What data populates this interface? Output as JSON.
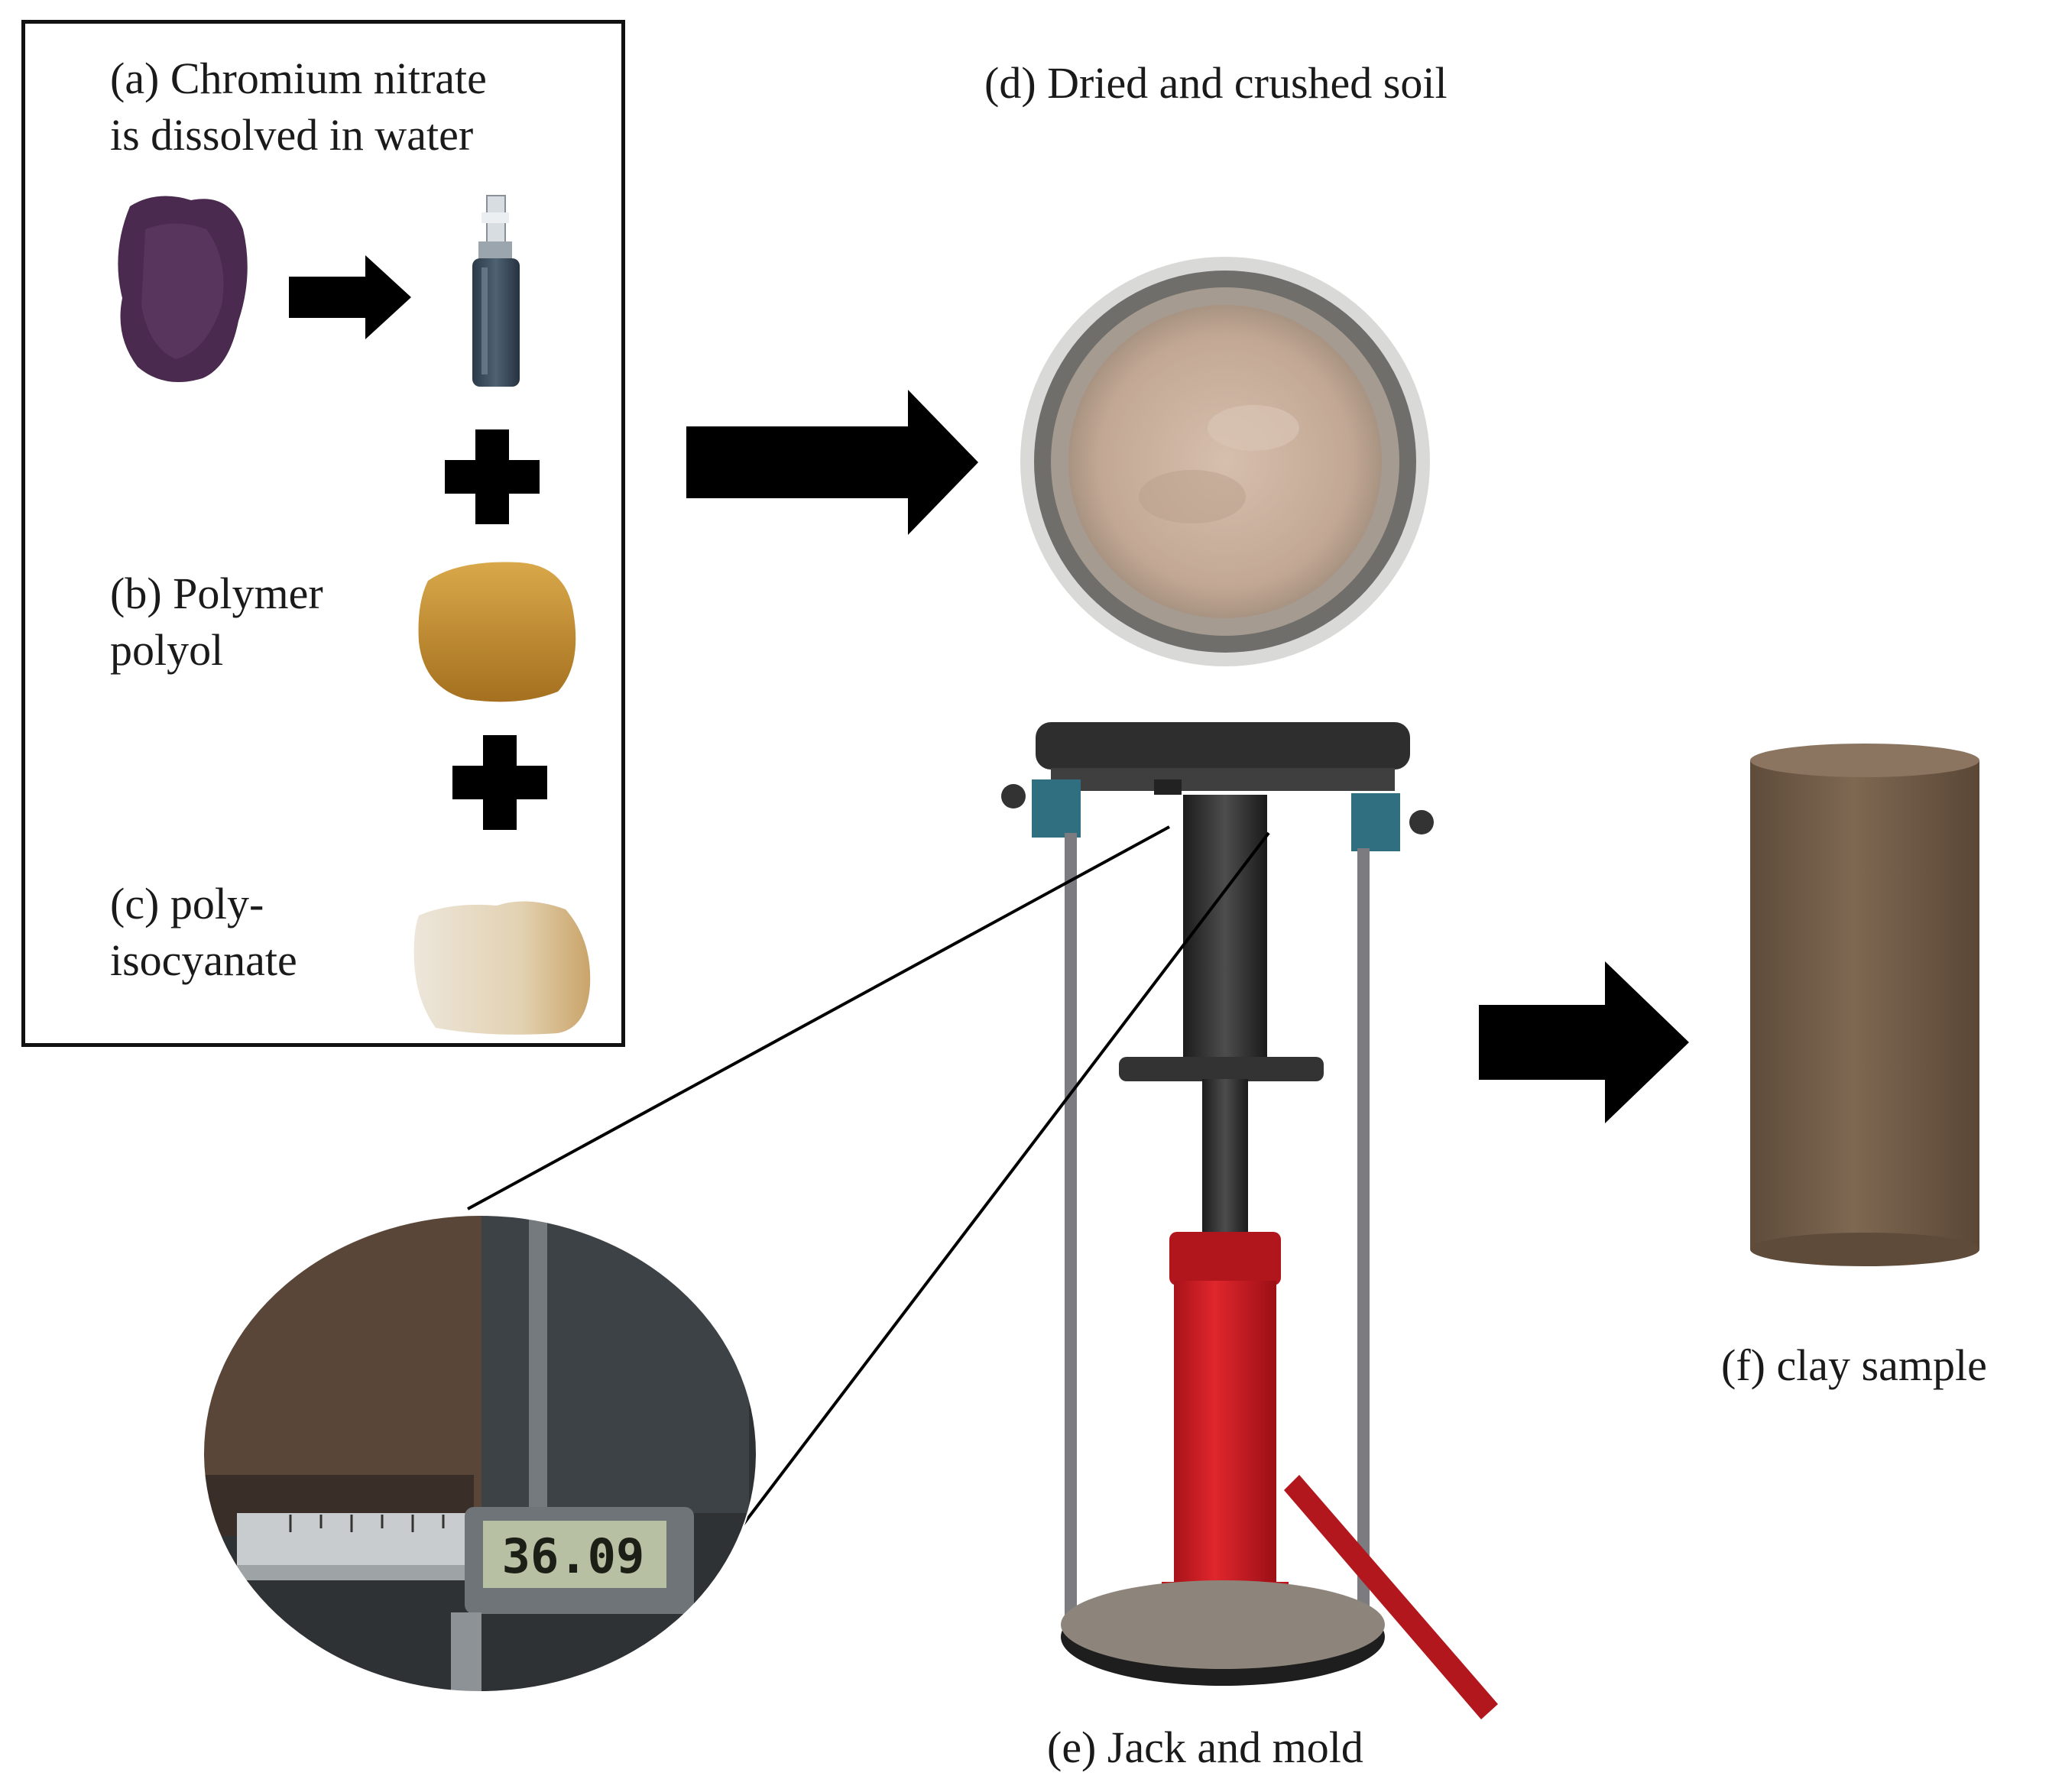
{
  "labels": {
    "a_line1": "(a) Chromium nitrate",
    "a_line2": "is dissolved in water",
    "b_line1": "(b) Polymer",
    "b_line2": "polyol",
    "c_line1": "(c) poly-",
    "c_line2": "isocyanate",
    "d": "(d) Dried and crushed soil",
    "e": "(e) Jack and mold",
    "f": "(f) clay sample"
  },
  "caliper_readout": "36.09",
  "colors": {
    "arrow": "#000000",
    "crystal": "#4a2a4e",
    "soil": "#c9b09e",
    "polyol": "#c48b2a",
    "isocyanate": "#e2d9c8",
    "jack_red": "#d11a22",
    "clay": "#7a6450",
    "frame": "#2a2a2a",
    "bracket_blue": "#2f6f80"
  },
  "icons": [
    "arrow-right-icon",
    "plus-icon"
  ]
}
